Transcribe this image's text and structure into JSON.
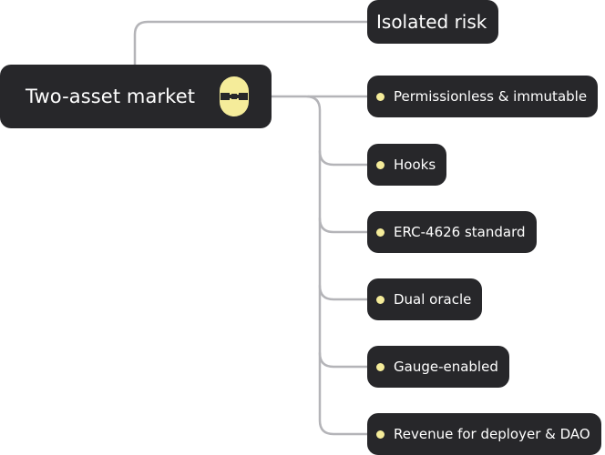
{
  "colors": {
    "node_background": "#27272a",
    "node_text": "#ffffff",
    "accent_yellow": "#f5ec9a",
    "connector": "#b4b4b8"
  },
  "root": {
    "label": "Two-asset market",
    "icon": "link-icon"
  },
  "top_branch": {
    "label": "Isolated risk"
  },
  "children": [
    {
      "label": "Permissionless & immutable"
    },
    {
      "label": "Hooks"
    },
    {
      "label": "ERC-4626 standard"
    },
    {
      "label": "Dual oracle"
    },
    {
      "label": "Gauge-enabled"
    },
    {
      "label": "Revenue for deployer & DAO"
    }
  ]
}
